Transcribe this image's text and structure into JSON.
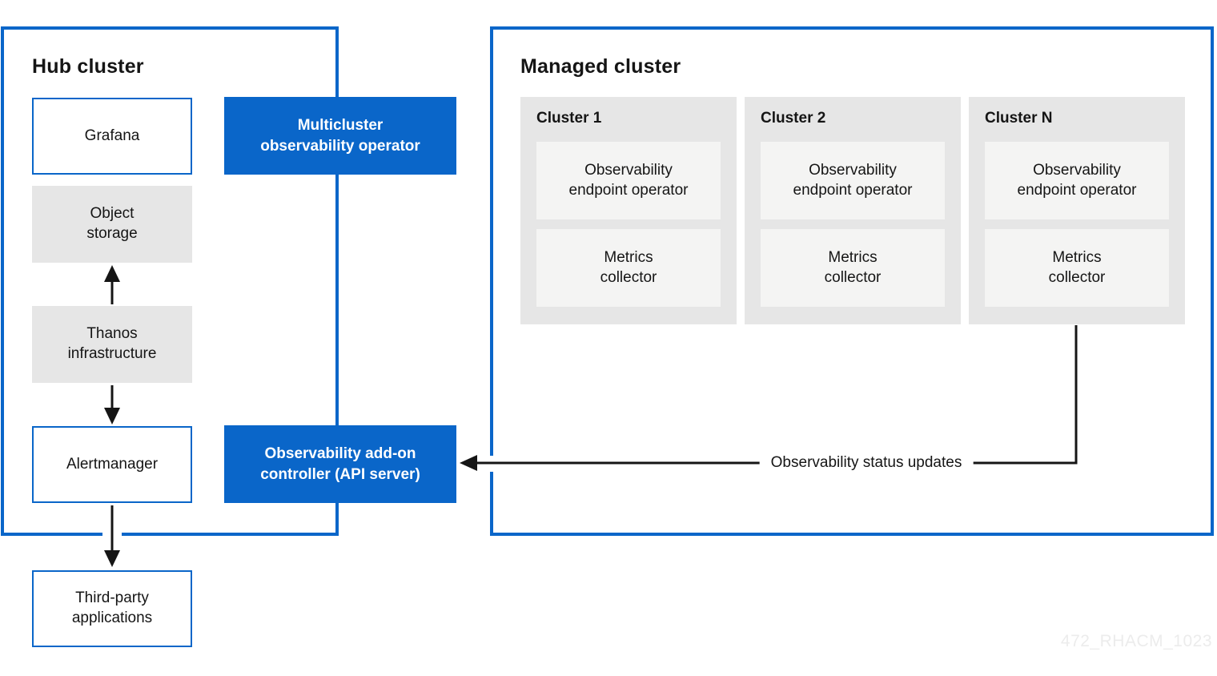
{
  "colors": {
    "blue": "#0a66c9",
    "panel_gray": "#e6e6e6",
    "inner_gray": "#f4f4f3",
    "text_dark": "#151515",
    "arrow_black": "#151515",
    "watermark_gray": "#ececec"
  },
  "hub": {
    "title": "Hub cluster",
    "nodes": [
      {
        "label": "Grafana"
      },
      {
        "label": "Object\nstorage"
      },
      {
        "label": "Thanos\ninfrastructure"
      },
      {
        "label": "Alertmanager"
      }
    ]
  },
  "operators": {
    "multicluster": "Multicluster\nobservability operator",
    "addon": "Observability add-on\ncontroller (API server)"
  },
  "managed": {
    "title": "Managed cluster",
    "clusters": [
      {
        "label": "Cluster 1",
        "components": [
          "Observability\nendpoint operator",
          "Metrics\ncollector"
        ]
      },
      {
        "label": "Cluster 2",
        "components": [
          "Observability\nendpoint operator",
          "Metrics\ncollector"
        ]
      },
      {
        "label": "Cluster N",
        "components": [
          "Observability\nendpoint operator",
          "Metrics\ncollector"
        ]
      }
    ]
  },
  "external": {
    "third_party": "Third-party\napplications"
  },
  "annotations": {
    "status_flow": "Observability status updates",
    "watermark": "472_RHACM_1023"
  }
}
